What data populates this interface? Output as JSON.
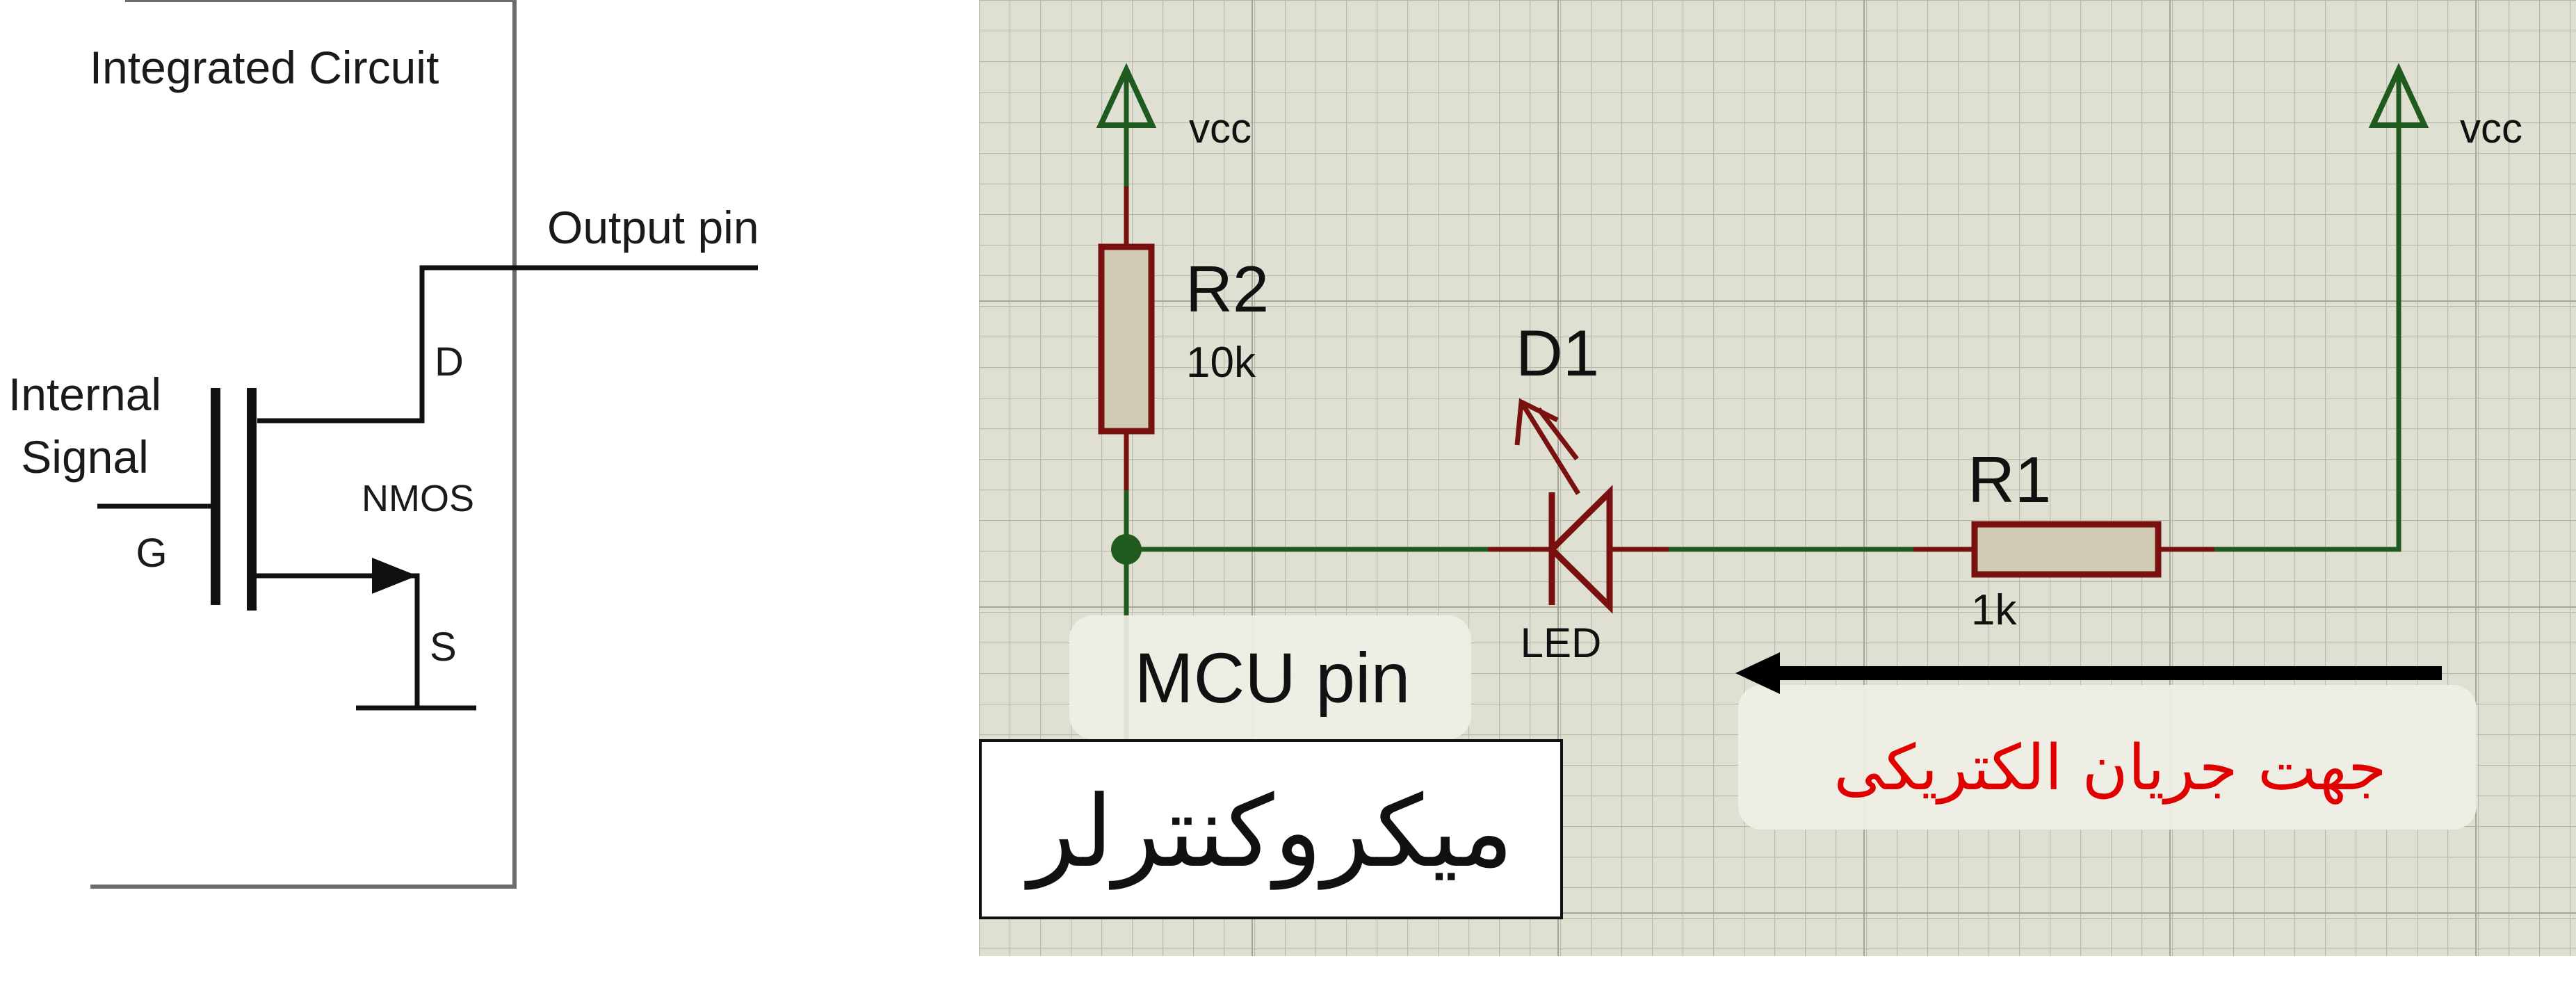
{
  "left_diagram": {
    "box_title": "Integrated Circuit",
    "output_label": "Output pin",
    "input_label_line1": "Internal",
    "input_label_line2": "Signal",
    "gate_label": "G",
    "drain_label": "D",
    "source_label": "S",
    "transistor_type": "NMOS"
  },
  "right_diagram": {
    "vcc_left": "vcc",
    "vcc_right": "vcc",
    "r2_name": "R2",
    "r2_value": "10k",
    "d1_name": "D1",
    "d1_type": "LED",
    "r1_name": "R1",
    "r1_value": "1k",
    "mcu_pin_label": "MCU pin",
    "mcu_box_label": "میکروکنترلر",
    "current_direction_label": "جهت جریان الکتریکی"
  },
  "colors": {
    "wire_green": "#1f5a1f",
    "component_red": "#7a1111",
    "grid_bg": "#e0e0d2",
    "resistor_fill": "#cfcab1",
    "arrow_black": "#000000",
    "current_text_red": "#e00000"
  }
}
